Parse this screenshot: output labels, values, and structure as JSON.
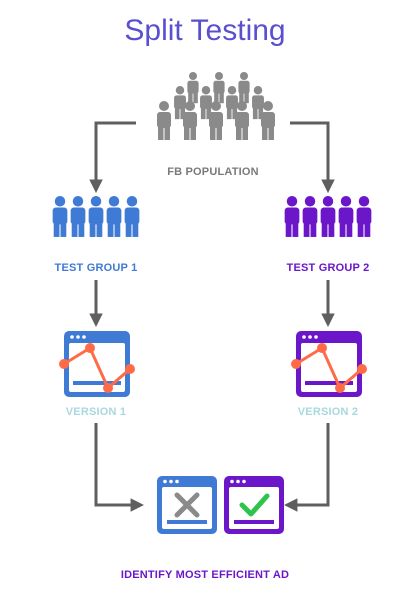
{
  "title": "Split Testing",
  "population_label": "FB POPULATION",
  "group1_label": "TEST GROUP 1",
  "group2_label": "TEST GROUP 2",
  "version1_label": "VERSION 1",
  "version2_label": "VERSION 2",
  "result_label": "IDENTIFY MOST EFFICIENT AD",
  "colors": {
    "title": "#5a4fcf",
    "population": "#8a8a8a",
    "population_label": "#7a7a7a",
    "group1": "#3f7ad4",
    "group2": "#6b17c9",
    "version_label": "#a8d8e0",
    "line": "#ff6b47",
    "arrow": "#5f5f5f",
    "reject": "#3f7ad4",
    "accept": "#6b17c9",
    "reject_mark": "#8a8a8a",
    "accept_mark": "#2ec44b",
    "result_label": "#6b17c9"
  },
  "icons": {
    "population": "people-crowd-icon",
    "group": "people-group-icon",
    "version": "browser-chart-icon",
    "reject": "browser-x-icon",
    "accept": "browser-check-icon"
  }
}
